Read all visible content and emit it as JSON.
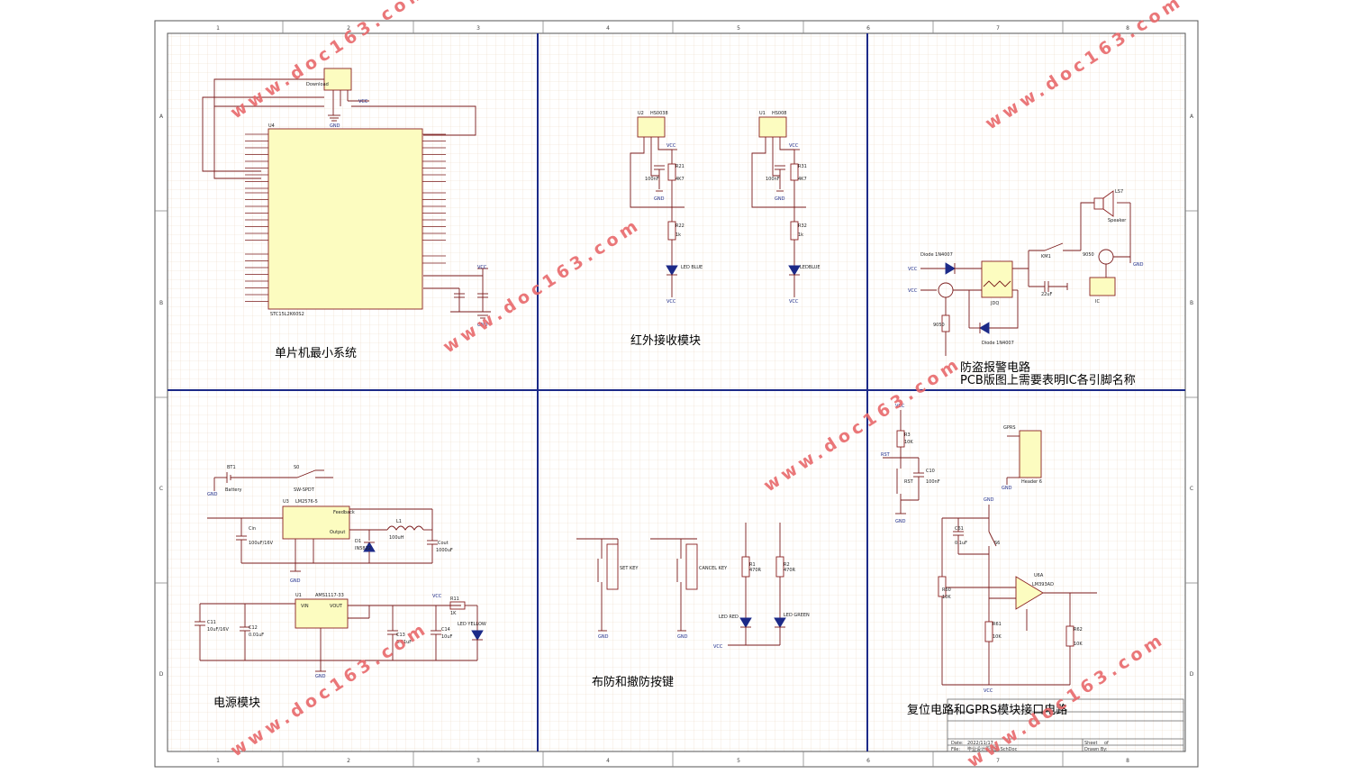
{
  "modules": {
    "mcu": "单片机最小系统",
    "ir": "红外接收模块",
    "alarm": "防盗报警电路",
    "alarm_note": "PCB版图上需要表明IC各引脚名称",
    "power": "电源模块",
    "keys": "布防和撤防按键",
    "reset": "复位电路和GPRS模块接口电路"
  },
  "watermark": "www.doc163.com",
  "border": {
    "cols": [
      "1",
      "2",
      "3",
      "4",
      "5",
      "6",
      "7",
      "8"
    ],
    "rows": [
      "A",
      "B",
      "C",
      "D"
    ]
  },
  "parts": {
    "download": "Download",
    "u4": "U4",
    "mcu_name": "STC15L2K60S2",
    "u2": "U2",
    "hs0038_a": "HS0038",
    "u1": "U1",
    "hs0038_b": "HS008",
    "vcc": "VCC",
    "gnd": "GND",
    "led_blue": "LED BLUE",
    "led_blue2": "LEDBLUE",
    "r22": "R22",
    "r32": "R32",
    "r21": "R21",
    "r31": "R31",
    "val_1k": "1k",
    "val_4k7": "4K7",
    "val_100nf": "100nF",
    "diode1": "Diode 1N4007",
    "diode2": "Diode 1N4007",
    "jdq": "JDQ",
    "km1": "KM1",
    "cap22": "22uF",
    "s9050": "9050",
    "speaker": "Speaker",
    "ls7": "LS7",
    "ic": "IC",
    "bt1": "BT1",
    "battery": "Battery",
    "s0": "S0",
    "sw": "SW-SPDT",
    "lm2576": "LM2576-5",
    "u3": "U3",
    "feedback": "Feedback",
    "output": "Output",
    "cin": "Cin",
    "cin_val": "100uF/16V",
    "d1": "D1",
    "in5822": "IN5822",
    "l1": "L1",
    "l1_val": "100uH",
    "cout": "Cout",
    "cout_val": "1000uF",
    "ams": "AMS1117-33",
    "u1b": "U1",
    "vin": "VIN",
    "vout": "VOUT",
    "c11": "C11",
    "c11_val": "10uF/16V",
    "c12": "C12",
    "c12_val": "0.01uF",
    "c13": "C13",
    "c13_val": "0.01uF",
    "c14": "C14",
    "c14_val": "10uF",
    "r11": "R11",
    "r11_val": "1K",
    "led_yellow": "LED YELLOW",
    "key_set": "SET KEY",
    "key_cancel": "CANCEL KEY",
    "r1": "R1",
    "r2": "R2",
    "val_470r": "470R",
    "led_red": "LED RED",
    "led_green": "LED GREEN",
    "rst": "RST",
    "r3": "R3",
    "r3_val": "10K",
    "c10": "C10",
    "c10_val": "100nF",
    "gprs": "GPRS",
    "header6": "Header 6",
    "u6a": "U6A",
    "lm393": "LM393AD",
    "r60": "R60",
    "r61": "R61",
    "r62": "R62",
    "val_10k": "10K",
    "s6": "S6",
    "c61": "C61",
    "c61_val": "0.1uF"
  },
  "title_block": {
    "date_label": "Date:",
    "date": "2022/11/17",
    "file_label": "File:",
    "file": "毕业设计原理图.SchDoc",
    "sheet_label": "Sheet",
    "sheet_of": "of",
    "drawn_label": "Drawn By:"
  }
}
